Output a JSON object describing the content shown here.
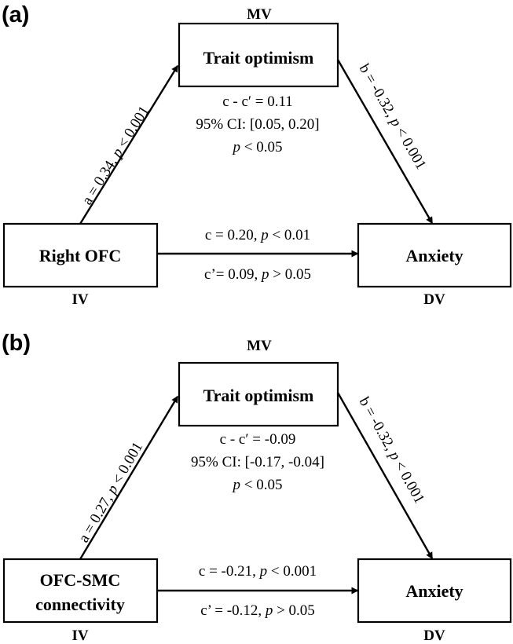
{
  "panels": [
    {
      "label": "(a)",
      "mv_tag": "MV",
      "mediator": "Trait optimism",
      "iv_box": [
        "Right OFC"
      ],
      "iv_tag": "IV",
      "dv_box": "Anxiety",
      "dv_tag": "DV",
      "path_a": {
        "prefix": "a = 0.34, ",
        "p": "p",
        "suffix": " < 0.001"
      },
      "path_b": {
        "prefix": "b = -0.32, ",
        "p": "p",
        "suffix": " < 0.001"
      },
      "path_c": {
        "prefix": "c = 0.20, ",
        "p": "p",
        "suffix": " < 0.01"
      },
      "path_c_prime": {
        "prefix": "c’= 0.09, ",
        "p": "p",
        "suffix": " > 0.05"
      },
      "indirect": {
        "line1": "c - c′ =  0.11",
        "line2": "95% CI: [0.05, 0.20]",
        "p": "p",
        "p_suffix": " < 0.05"
      }
    },
    {
      "label": "(b)",
      "mv_tag": "MV",
      "mediator": "Trait optimism",
      "iv_box": [
        "OFC-SMC",
        "connectivity"
      ],
      "iv_tag": "IV",
      "dv_box": "Anxiety",
      "dv_tag": "DV",
      "path_a": {
        "prefix": "a = 0.27, ",
        "p": "p",
        "suffix": " < 0.001"
      },
      "path_b": {
        "prefix": "b = -0.32, ",
        "p": "p",
        "suffix": " < 0.001"
      },
      "path_c": {
        "prefix": "c = -0.21, ",
        "p": "p",
        "suffix": " < 0.001"
      },
      "path_c_prime": {
        "prefix": "c’ = -0.12, ",
        "p": "p",
        "suffix": " > 0.05"
      },
      "indirect": {
        "line1": "c - c′ =  -0.09",
        "line2": "95% CI: [-0.17, -0.04]",
        "p": "p",
        "p_suffix": " < 0.05"
      }
    }
  ]
}
